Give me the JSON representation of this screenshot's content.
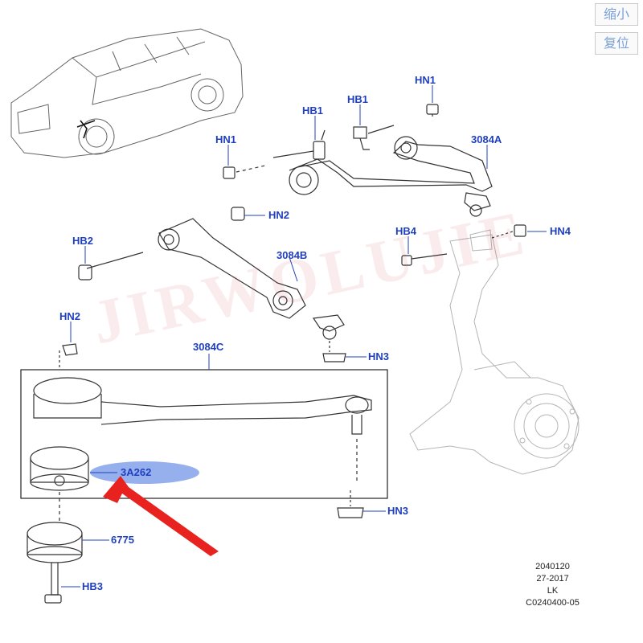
{
  "controls": {
    "zoom_out": "缩小",
    "reset": "复位"
  },
  "watermark": "JIRWOLUJIE",
  "labels": {
    "hn1_top": "HN1",
    "hb1_mid": "HB1",
    "hb1_right": "HB1",
    "hn1_left": "HN1",
    "arm_3084a": "3084A",
    "hn2_upper": "HN2",
    "hb2": "HB2",
    "arm_3084b": "3084B",
    "hb4": "HB4",
    "hn4": "HN4",
    "hn2_lower": "HN2",
    "arm_3084c": "3084C",
    "hn3_upper": "HN3",
    "bushing_3a262": "3A262",
    "hn3_lower": "HN3",
    "washer_6775": "6775",
    "hb3": "HB3"
  },
  "doc_id": [
    "2040120",
    "27-2017",
    "LK",
    "C0240400-05"
  ],
  "colors": {
    "label": "#1f3fbf",
    "highlight": "#3f6fe0",
    "arrow": "#e8231f"
  }
}
